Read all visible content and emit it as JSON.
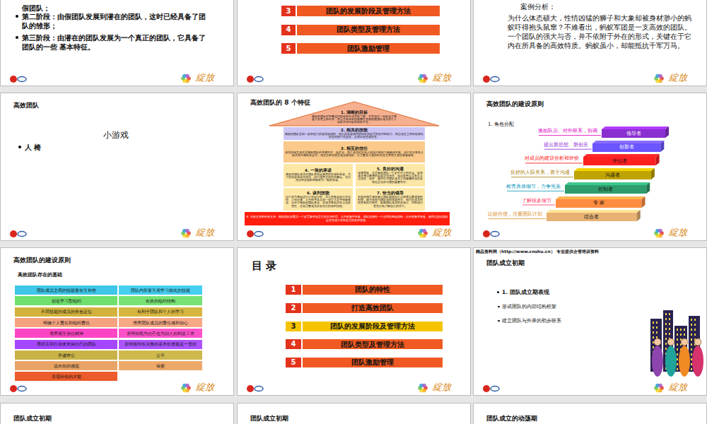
{
  "diagram": {
    "nodes": [
      {
        "text": [
          "假团队；",
          "第二阶段：由假团队发展到潜在的团队，这时已经具备了团队的雏形；",
          "第三阶段：由潜在的团队发展为一个真正的团队，它具备了团队的一些 基本特征。",
          "綻放"
        ]
      },
      {
        "text": [
          "綻放"
        ]
      },
      {
        "text": [
          "3"
        ],
        "in": 1
      },
      {
        "text": [
          "团队的发展阶段及管理方法"
        ],
        "in": 1
      },
      {
        "text": [
          "4"
        ],
        "in": 1
      },
      {
        "text": [
          "团队类型及管理方法"
        ],
        "in": 1
      },
      {
        "text": [
          "5"
        ],
        "in": 1
      },
      {
        "text": [
          "团队激励管理"
        ],
        "in": 1
      },
      {
        "text": [
          "案例分析：",
          "为什么体态硕大，性情凶猛的狮子和大象却被身材渺小的蚂蚁吓得抱头鼠窜？不难看出，蚂蚁军团是一支高效的团队。一个团队的强大与否，并不依附于外在的形式，关键在于它内在所具备的高效特质。蚂蚁虽小，却能抵抗千军万马。",
          "綻放"
        ]
      },
      {
        "text": [
          "高效团队",
          "小游戏",
          "人 椅",
          "綻放"
        ]
      },
      {
        "text": [
          "高效团队的 8 个特征",
          "綻放"
        ]
      },
      {
        "text": [
          "1. 清晰的目标",
          "高效的团队对所要达到的目标有清楚的了解，并坚信这一目标包含着重大的意义和价值，而且这种目标的重要性还激励着团队成员把个人目标升华到群体目标中去。"
        ],
        "in": 10
      },
      {
        "text": [
          "2. 相关的技能",
          "高效的团队是由一群有能力的成员组成的，他们具备实现理想目标所必需的技术和能力，而且相互之间有能够良好合作的个性品质，从而出色完成任务。"
        ],
        "in": 10
      },
      {
        "text": [
          "3. 相互的信任",
          "成员间相互信任是高效团队的显著特征，就是说，每个成员对其他人的品行和能力都确信不疑。我们在日常的人际关系中都能体会到，信任这种东西是相当脆弱的，它需要花大量的时间去培养而又很容易被破坏。"
        ],
        "in": 10
      },
      {
        "text": [
          "4. 一致的承诺",
          "高效的团队成员对团队表现出高度的忠诚和承诺，为了能使群体获得成功，他们愿意去做任何事情。我们把这种忠诚和奉献称为一致的承诺。"
        ],
        "in": 10
      },
      {
        "text": [
          "5. 良好的沟通",
          "毋庸置疑，这是高效团队一个必不可少的特点。群体成员通过畅通的渠道交流信息，包括各种言语和非言语信息。此外，管理层与团队成员之间健康的信息反馈也是良好沟通的重要特征。"
        ],
        "in": 10
      },
      {
        "text": [
          "6. 谈判技能",
          "以个体为基础进行工作设计时，员工的角色由工作说明、工作纪律、工作程序及其他一些正式文件明确规定。但对于高效的团队来说，其成员角色具有灵活多变性，这就需要成员具备充分的谈判技能。"
        ],
        "in": 10
      },
      {
        "text": [
          "7. 恰当的领导",
          "有效的领导者能够让团队跟随自己共同度过最艰难的时期，因为他能为团队指明前途所在。他们向成员阐明变革的可能性，鼓舞团队成员的自信心，帮助他们更充分地了解自己的潜力。"
        ],
        "in": 10
      },
      {
        "text": [
          "8. 内部支持和外部支持：高效团队的最后一个必需条件就是它的支持环境。从内部条件来看，团队应拥有一个合理的基础结构；从外部条件来看，管理层应给团队提供完成工作所必需的各种资源。"
        ],
        "in": 10
      },
      {
        "text": [
          "高效团队的建设原则",
          "1. 角色分配",
          "激励队员、对外联系，协调",
          "提出新思想、新创意",
          "对成员的建议分析和评价",
          "良好的人际关系，善于沟通",
          "检查具体细节，力争完美",
          "了解很多细节",
          "比较自信，注重团队计划",
          "綻放"
        ]
      },
      {
        "text": [
          "领导者"
        ],
        "in": 19
      },
      {
        "text": [
          "创新者"
        ],
        "in": 19
      },
      {
        "text": [
          "评估者"
        ],
        "in": 19
      },
      {
        "text": [
          "沟通者"
        ],
        "in": 19
      },
      {
        "text": [
          "控制者"
        ],
        "in": 19
      },
      {
        "text": [
          "专 家"
        ],
        "in": 19
      },
      {
        "text": [
          "综合者"
        ],
        "in": 19
      },
      {
        "text": [
          "高效团队的建设原则",
          "高效团队存在的基础",
          "綻放"
        ]
      },
      {
        "text": [
          "团队成员之间的技能要有互补性"
        ],
        "in": 27
      },
      {
        "text": [
          "团队内部要互相学习彼此的技能"
        ],
        "in": 27
      },
      {
        "text": [
          "创造学习型组织"
        ],
        "in": 27
      },
      {
        "text": [
          "有效的组织结构"
        ],
        "in": 27
      },
      {
        "text": [
          "不同技能的成员的角色定位"
        ],
        "in": 27
      },
      {
        "text": [
          "有利于团队和个人的学习"
        ],
        "in": 27
      },
      {
        "text": [
          "明确个人责任和组织责任"
        ],
        "in": 27
      },
      {
        "text": [
          "培养团队成员的责任感和信心"
        ],
        "in": 27
      },
      {
        "text": [
          "培养相互信任精神"
        ],
        "in": 27
      },
      {
        "text": [
          "表明你既为自己也为别人的利益工作"
        ],
        "in": 27
      },
      {
        "text": [
          "用语言和行动来支持自己的团队"
        ],
        "in": 27
      },
      {
        "text": [
          "表明领导你决策的基本价值观是一贯的"
        ],
        "in": 27
      },
      {
        "text": [
          "开诚布公"
        ],
        "in": 27
      },
      {
        "text": [
          "公平"
        ],
        "in": 27
      },
      {
        "text": [
          "说出你的感觉"
        ],
        "in": 27
      },
      {
        "text": [
          "保密"
        ],
        "in": 27
      },
      {
        "text": [
          "表现出你的才能"
        ],
        "in": 27
      },
      {
        "text": [
          "目 录",
          "綻放"
        ]
      },
      {
        "text": [
          "1"
        ],
        "in": 45
      },
      {
        "text": [
          "团队的特性"
        ],
        "in": 45
      },
      {
        "text": [
          "2"
        ],
        "in": 45
      },
      {
        "text": [
          "打造高效团队"
        ],
        "in": 45
      },
      {
        "text": [
          "3"
        ],
        "in": 45
      },
      {
        "text": [
          "团队的发展阶段及管理方法"
        ],
        "in": 45
      },
      {
        "text": [
          "4"
        ],
        "in": 45
      },
      {
        "text": [
          "团队类型及管理方法"
        ],
        "in": 45
      },
      {
        "text": [
          "5"
        ],
        "in": 45
      },
      {
        "text": [
          "团队激励管理"
        ],
        "in": 45
      },
      {
        "text": [
          "精品资料网（http://www.cnshu.cn） 专业提供企管培训资料",
          "团队成立初期",
          "1. 团队成立期表现",
          "形成团队的内部结构框架",
          "建立团队与外界的初步联系",
          "綻放"
        ]
      },
      {
        "text": [
          "团队成立初期"
        ]
      },
      {
        "text": [
          "团队成立初期"
        ]
      },
      {
        "text": [
          "团队成立的动荡期"
        ]
      }
    ]
  }
}
